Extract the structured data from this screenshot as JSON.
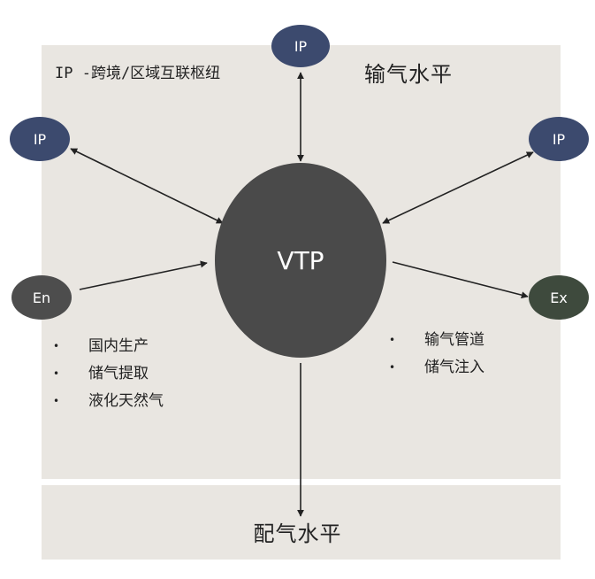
{
  "hub_title": "IP -跨境/区域互联枢纽",
  "transmission_level": "输气水平",
  "distribution_level": "配气水平",
  "nodes": {
    "center": "VTP",
    "ip_top": "IP",
    "ip_left": "IP",
    "ip_right": "IP",
    "entry": "En",
    "exit": "Ex"
  },
  "entry_sources": [
    "国内生产",
    "储气提取",
    "液化天然气"
  ],
  "exit_destinations": [
    "输气管道",
    "储气注入"
  ],
  "colors": {
    "panel": "#e9e6e1",
    "center": "#4a4a4a",
    "ip": "#3c4a6e",
    "entry": "#4d4d4d",
    "exit": "#3e4a3d",
    "arrow": "#222222"
  }
}
